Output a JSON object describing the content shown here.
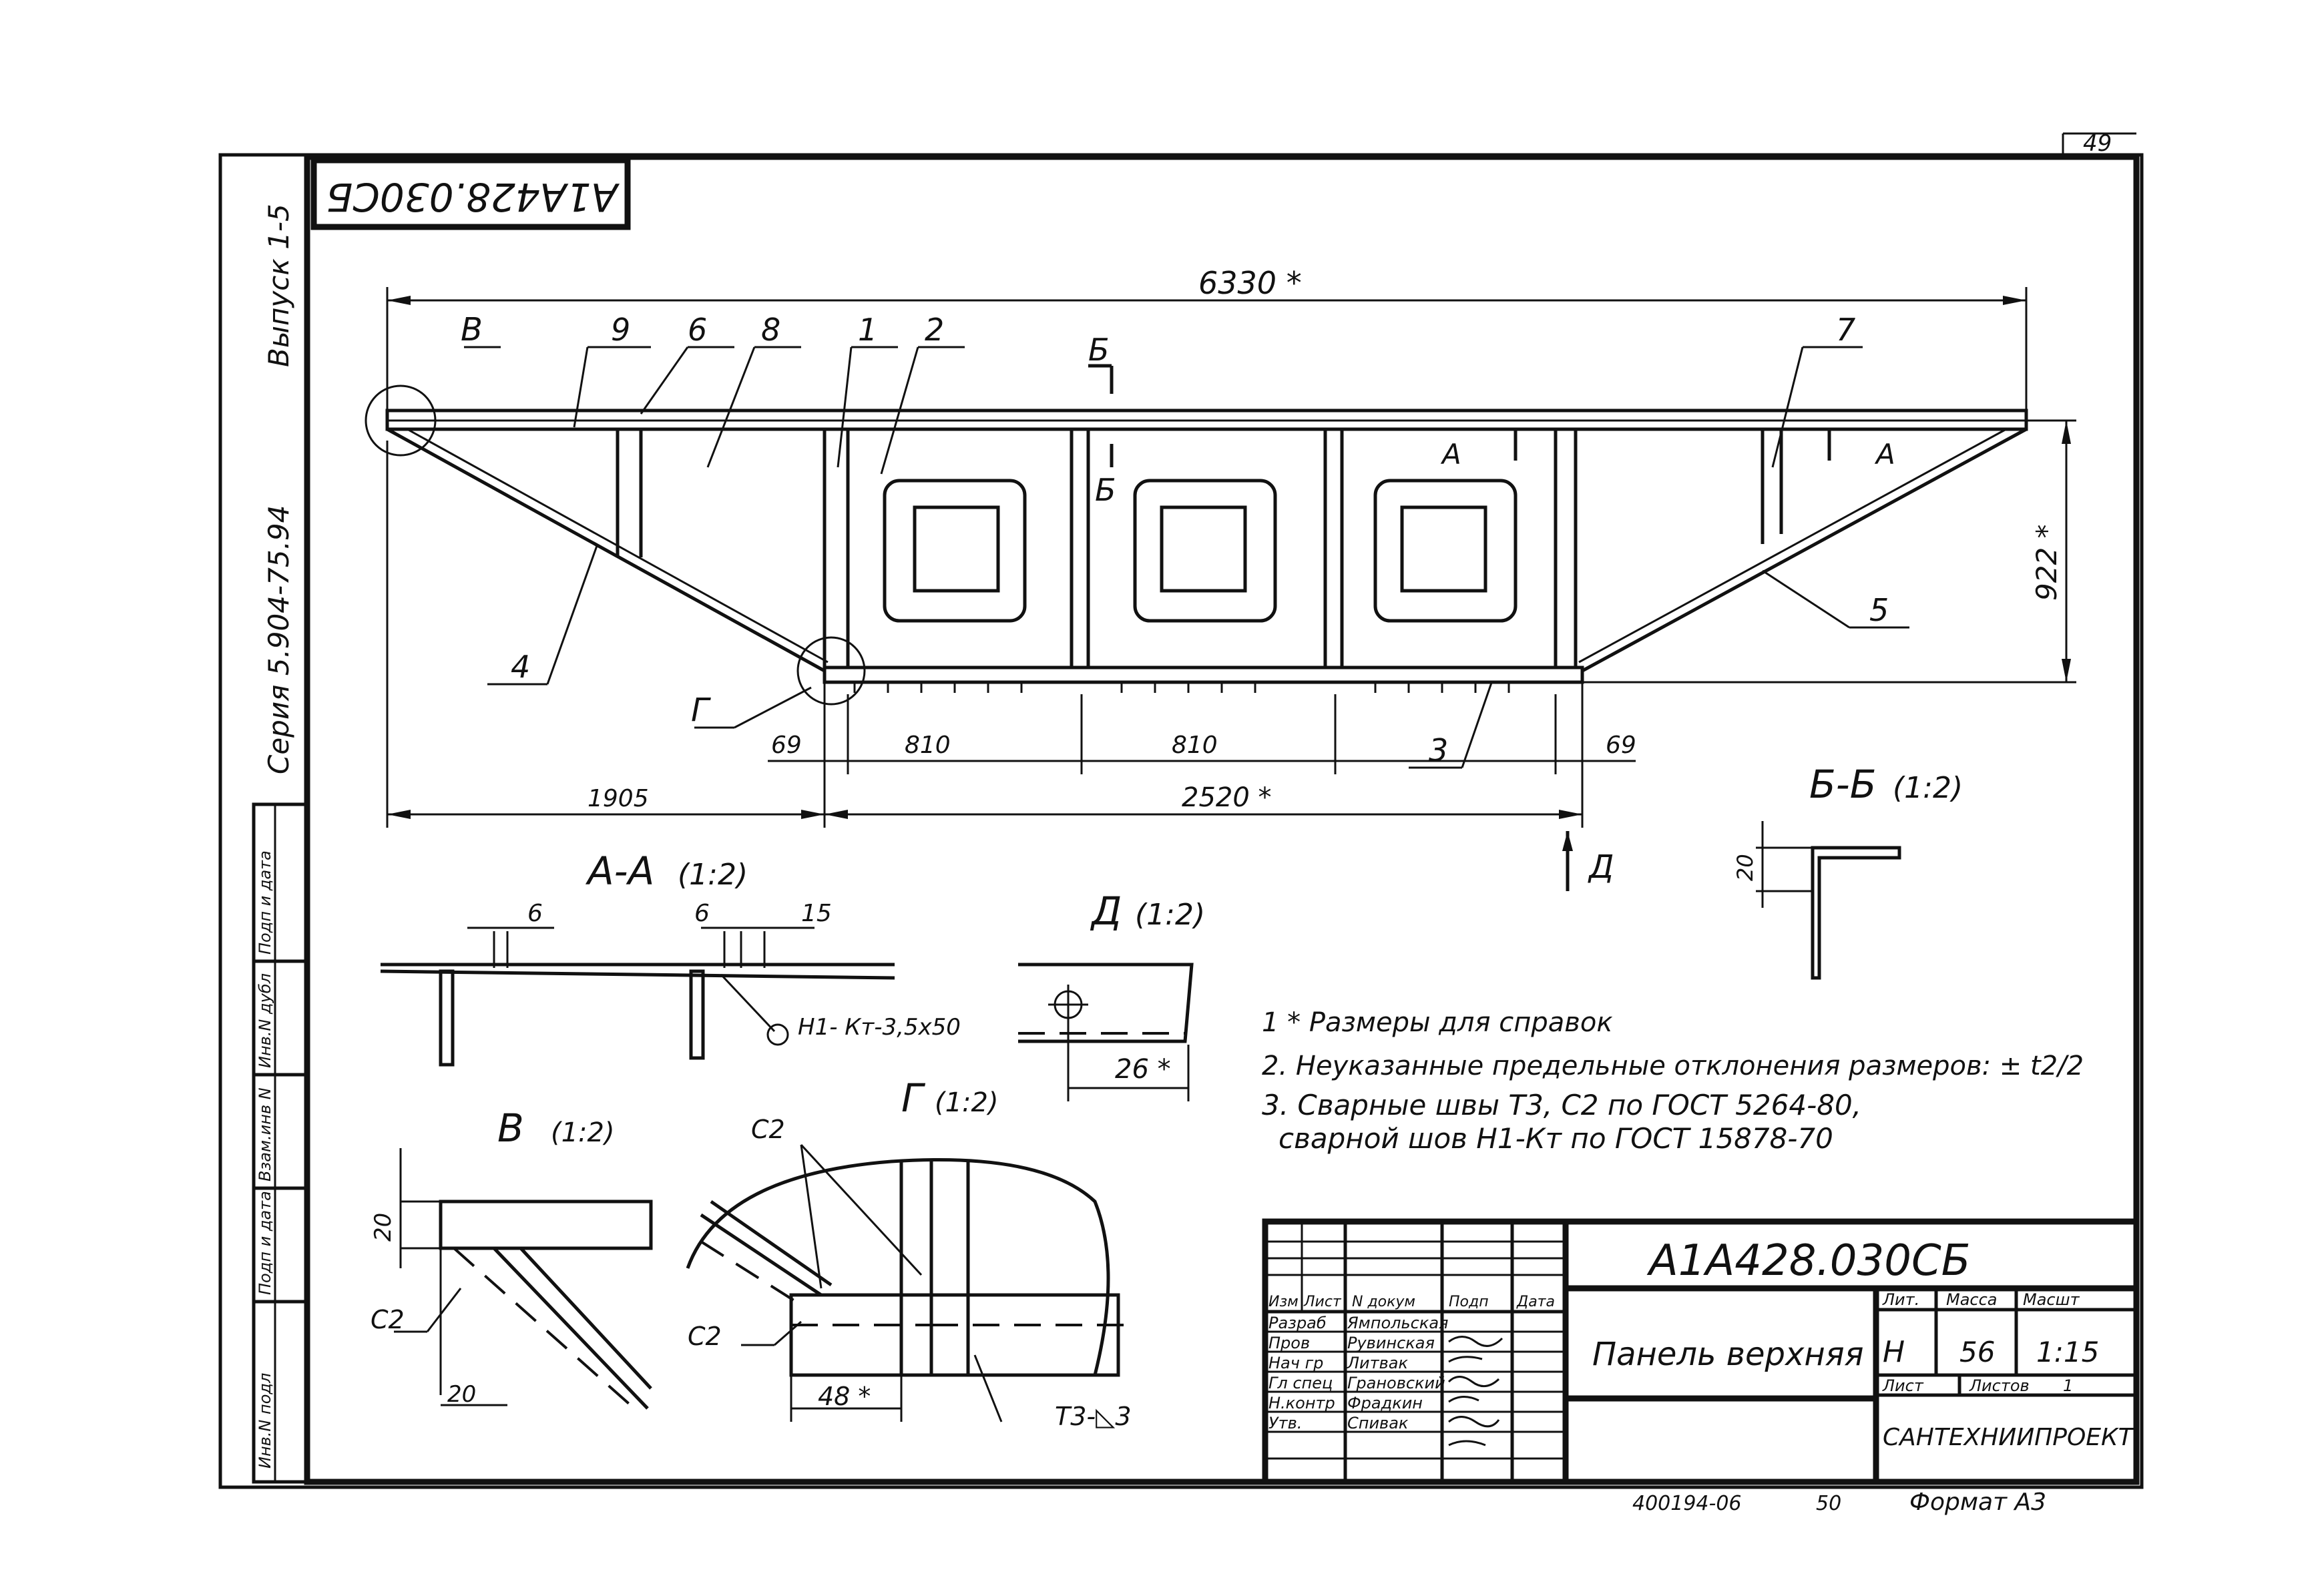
{
  "sheet": {
    "sheet_number": "49",
    "code_rotated": "А1А428.030СБ",
    "series": "Серия 5.904-75.94",
    "issue": "Выпуск 1-5",
    "side_stamp": [
      "Инв.N подл",
      "Подп и дата",
      "Взам.инв N",
      "Инв.N дубл",
      "Подп и дата"
    ]
  },
  "main_view": {
    "overall_length": "6330 *",
    "height": "922 *",
    "dims_bottom": [
      "69",
      "810",
      "810",
      "69"
    ],
    "dim_left": "1905",
    "dim_center": "2520 *",
    "callouts": [
      "9",
      "6",
      "8",
      "1",
      "2",
      "7",
      "4",
      "5",
      "3"
    ],
    "detail_refs": [
      "В",
      "Г",
      "Д",
      "Б",
      "Б",
      "А",
      "А"
    ]
  },
  "section_aa": {
    "title": "А-А",
    "scale": "(1:2)",
    "dims": [
      "6",
      "6",
      "15"
    ],
    "weld": "Н1- Кт-3,5x50"
  },
  "section_bb": {
    "title": "Б-Б",
    "scale": "(1:2)",
    "dim": "20"
  },
  "detail_d": {
    "title": "Д",
    "scale": "(1:2)",
    "dim": "26 *"
  },
  "detail_v": {
    "title": "В",
    "scale": "(1:2)",
    "dims": [
      "20",
      "20"
    ],
    "weld": "С2"
  },
  "detail_g": {
    "title": "Г",
    "scale": "(1:2)",
    "dim": "48 *",
    "welds": [
      "С2",
      "С2",
      "Т3-◺3"
    ]
  },
  "notes": [
    "1 * Размеры для справок",
    "2. Неуказанные предельные отклонения размеров: ± t2/2",
    "3. Сварные швы Т3, С2 по ГОСТ 5264-80,",
    "сварной шов Н1-Кт по ГОСТ 15878-70"
  ],
  "title_block": {
    "code": "А1А428.030СБ",
    "name": "Панель верхняя",
    "org": "САНТЕХНИИПРОЕКТ",
    "header_labels": [
      "Изм",
      "Лист",
      "N докум",
      "Подп",
      "Дата"
    ],
    "roles": [
      "Разраб",
      "Пров",
      "Нач гр",
      "Гл спец",
      "Н.контр",
      "Утв."
    ],
    "people": [
      "Ямпольская",
      "Рувинская",
      "Литвак",
      "Грановский",
      "Фрадкин",
      "Спивак"
    ],
    "lit_label": "Лит.",
    "mass_label": "Масса",
    "scale_label": "Масшт",
    "lit": "Н",
    "mass": "56",
    "scale": "1:15",
    "sheet_label": "Лист",
    "sheets_label": "Листов",
    "sheets": "1",
    "bottom_left": "400194-06",
    "bottom_mid": "50",
    "format": "Формат А3"
  }
}
